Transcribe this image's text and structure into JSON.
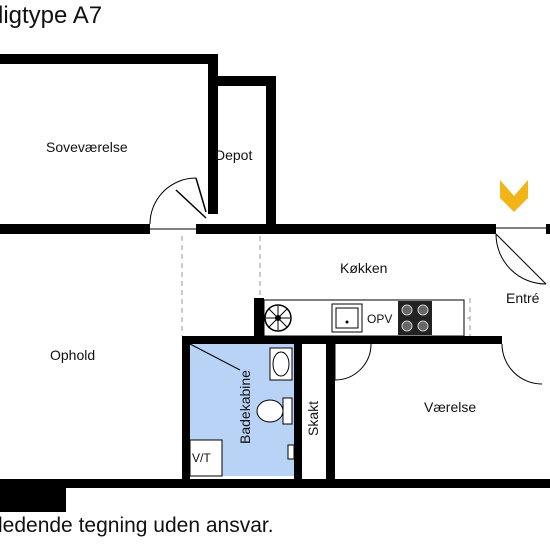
{
  "title": "ligtype A7",
  "footer": "ledende tegning uden ansvar.",
  "rooms": {
    "sovevaerelse": "Soveværelse",
    "depot": "Depot",
    "koekken": "Køkken",
    "entre": "Entré",
    "ophold": "Ophold",
    "badekabine": "Badekabine",
    "skakt": "Skakt",
    "vaerelse": "Værelse",
    "opv": "OPV",
    "vt": "V/T"
  },
  "colors": {
    "wall": "#000000",
    "bathroom": "#b9d3f7",
    "entrance_marker": "#f2b416",
    "dashed": "#9a9a9a"
  },
  "icons": {
    "entrance": "chevron-down-icon",
    "stove": "stove-icon",
    "sink": "sink-icon",
    "toilet": "toilet-icon",
    "washbasin": "washbasin-icon",
    "fan": "fan-icon"
  }
}
